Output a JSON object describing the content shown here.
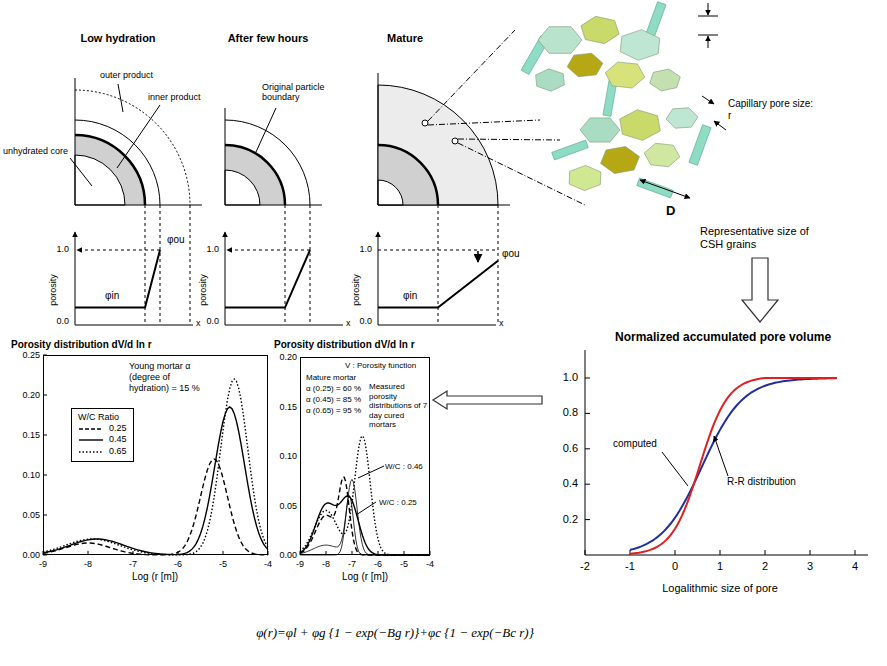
{
  "diagram": {
    "nodes": [
      {
        "text": [
          "Porosity distribution dV/d ln r",
          "Young mortar α (degree of hydration) = 15 %"
        ]
      },
      {
        "text": [
          "W/C Ratio"
        ],
        "in": 0
      },
      {
        "text": [
          "Porosity distribution dV/d ln r",
          "V : Porosity function",
          "Mature mortar",
          "α (0.25) = 60 %",
          "α (0.45) = 85 %",
          "α (0.65) = 95 %",
          "Measured porosity distributions of 7 day cured mortars",
          "W/C : 0.46",
          "W/C : 0.25"
        ]
      },
      {
        "text": [
          "Normalized accumulated pore volume",
          "computed",
          "R-R distribution"
        ]
      }
    ],
    "edges": [
      {
        "from": 3,
        "to": 2,
        "arrow": "to"
      }
    ],
    "labels": [
      "Low hydration",
      "After few hours",
      "Mature",
      "outer product",
      "inner product",
      "unhydrated core",
      "Original particle boundary",
      "Capillary pore size: r",
      "D",
      "Representative size of CSH grains",
      "1.0",
      "0.0",
      "porosity",
      "x",
      "φou",
      "φin",
      "1.0",
      "0.0",
      "porosity",
      "x",
      "1.0",
      "0.0",
      "porosity",
      "x",
      "φin",
      "φou",
      "0.25",
      "0.20",
      "0.15",
      "0.10",
      "0.05",
      "0.00",
      "-9",
      "-8",
      "-7",
      "-6",
      "-5",
      "-4",
      "Log (r [m])",
      "0.20",
      "0.15",
      "0.10",
      "0.05",
      "0.00",
      "-9",
      "-8",
      "-7",
      "-6",
      "-5",
      "-4",
      "Log (r [m])",
      "1.0",
      "0.8",
      "0.6",
      "0.4",
      "0.2",
      "-2",
      "-1",
      "0",
      "1",
      "2",
      "3",
      "4",
      "Logalithmic size of pore",
      "φ(r)=φl + φg {1 − exp(−Bg r)}+φc {1 − exp(−Bc r)}"
    ],
    "legend": [
      {
        "text": "0.25"
      },
      {
        "text": "0.45"
      },
      {
        "text": "0.65"
      }
    ]
  }
}
